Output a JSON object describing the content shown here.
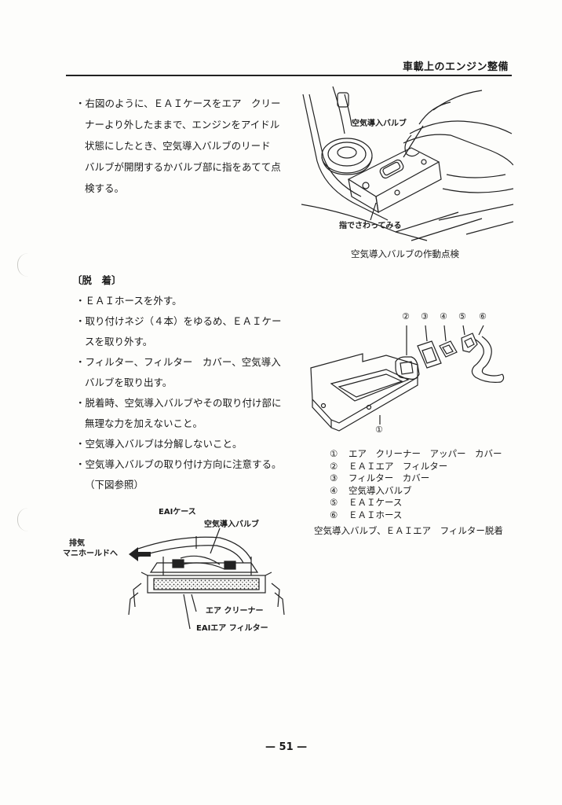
{
  "header": {
    "title": "車載上のエンジン整備"
  },
  "intro": {
    "lines": [
      "・右図のように、ＥＡＩケースをエア　クリー",
      "ナーより外したままで、エンジンをアイドル",
      "状態にしたとき、空気導入バルブのリード",
      "バルブが開閉するかバルブ部に指をあてて点",
      "検する。"
    ]
  },
  "figure1": {
    "label_valve": "空気導入バルブ",
    "label_finger": "指でさわってみる",
    "caption": "空気導入バルブの作動点検"
  },
  "section": {
    "heading": "〔脱　着〕",
    "lines": [
      "・ＥＡＩホースを外す。",
      "・取り付けネジ（４本）をゆるめ、ＥＡＩケー",
      "スを取り外す。",
      "・フィルター、フィルター　カバー、空気導入",
      "バルブを取り出す。",
      "・脱着時、空気導入バルブやその取り付け部に",
      "無理な力を加えないこと。",
      "・空気導入バルブは分解しないこと。",
      "・空気導入バルブの取り付け方向に注意する。",
      "（下図参照）"
    ]
  },
  "figure2": {
    "callouts": [
      "②",
      "③",
      "④",
      "⑤",
      "⑥",
      "①"
    ],
    "parts": [
      {
        "num": "①",
        "name": "エア　クリーナー　アッパー　カバー"
      },
      {
        "num": "②",
        "name": "ＥＡＩエア　フィルター"
      },
      {
        "num": "③",
        "name": "フィルター　カバー"
      },
      {
        "num": "④",
        "name": "空気導入バルブ"
      },
      {
        "num": "⑤",
        "name": "ＥＡＩケース"
      },
      {
        "num": "⑥",
        "name": "ＥＡＩホース"
      }
    ],
    "caption": "空気導入バルブ、ＥＡＩエア　フィルター脱着"
  },
  "figure3": {
    "label_case": "EAIケース",
    "label_valve": "空気導入バルブ",
    "label_exhaust_1": "排気",
    "label_exhaust_2": "マニホールドへ",
    "label_cleaner": "エア クリーナー",
    "label_filter": "EAIエア フィルター"
  },
  "footer": {
    "page_number": "— 51 —"
  }
}
